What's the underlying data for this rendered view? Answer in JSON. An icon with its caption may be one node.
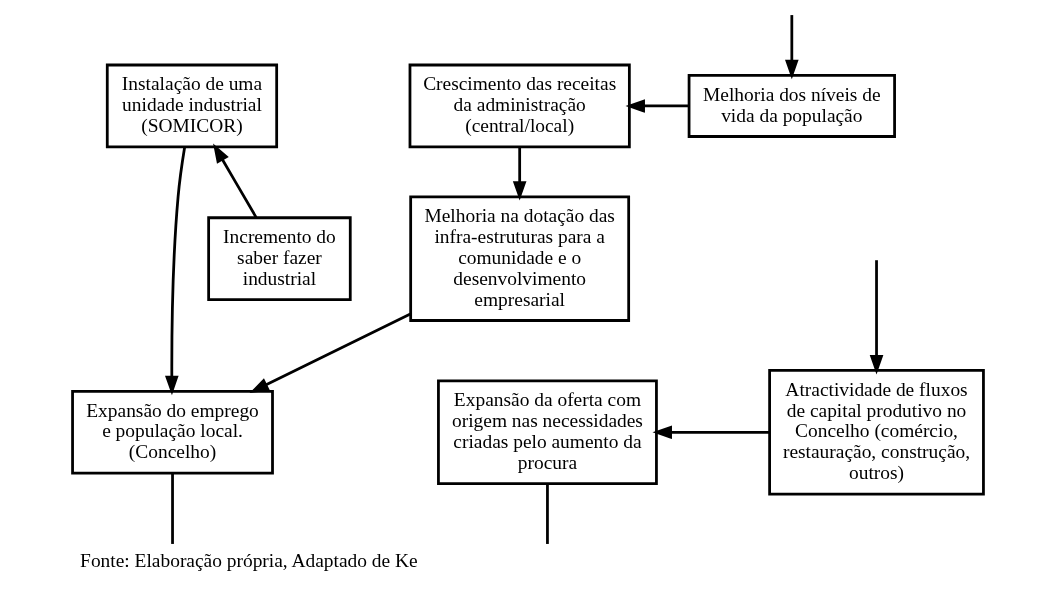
{
  "diagram": {
    "caption": "Fonte: Elaboração própria, Adaptado de Ke",
    "nodes": [
      {
        "text": [
          "Instalação de uma unidade industrial (SOMICOR)"
        ]
      },
      {
        "text": [
          "Crescimento das receitas da administração (central/local)"
        ]
      },
      {
        "text": [
          "Melhoria dos níveis de vida da população"
        ]
      },
      {
        "text": [
          "Incremento do saber fazer industrial"
        ]
      },
      {
        "text": [
          "Melhoria na dotação das infra-estruturas para a comunidade e o desenvolvimento empresarial"
        ]
      },
      {
        "text": [
          "Expansão do emprego e população local. (Concelho)"
        ]
      },
      {
        "text": [
          "Expansão da oferta com origem nas necessidades criadas pelo aumento da procura"
        ]
      },
      {
        "text": [
          "Atractividade de fluxos de capital produtivo no Concelho (comércio, restauração, construção, outros)"
        ]
      }
    ],
    "edges": [
      {
        "from": 3,
        "to": 0,
        "arrow": "to"
      },
      {
        "from": 0,
        "to": 5,
        "arrow": "to"
      },
      {
        "from": 2,
        "to": 1,
        "arrow": "to"
      },
      {
        "from": 1,
        "to": 4,
        "arrow": "to"
      },
      {
        "from": 4,
        "to": 5,
        "arrow": "to"
      },
      {
        "from": 5,
        "to": null,
        "arrow": "none"
      },
      {
        "from": null,
        "to": 7,
        "arrow": "to"
      },
      {
        "from": 7,
        "to": 6,
        "arrow": "to"
      },
      {
        "from": 6,
        "to": null,
        "arrow": "none"
      },
      {
        "from": null,
        "to": 2,
        "arrow": "to"
      }
    ]
  }
}
